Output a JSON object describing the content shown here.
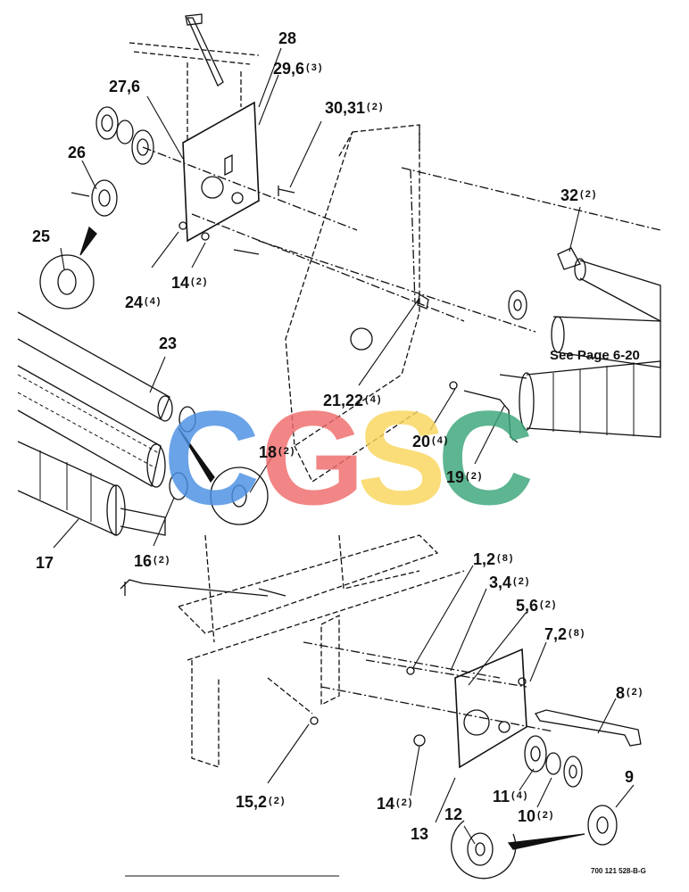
{
  "callouts": [
    {
      "num": "28",
      "qty": ""
    },
    {
      "num": "29,6",
      "qty": "(3)"
    },
    {
      "num": "27,6",
      "qty": ""
    },
    {
      "num": "30,31",
      "qty": "(2)"
    },
    {
      "num": "26",
      "qty": ""
    },
    {
      "num": "32",
      "qty": "(2)"
    },
    {
      "num": "25",
      "qty": ""
    },
    {
      "num": "14",
      "qty": "(2)"
    },
    {
      "num": "24",
      "qty": "(4)"
    },
    {
      "num": "23",
      "qty": ""
    },
    {
      "num": "21,22",
      "qty": "(4)"
    },
    {
      "num": "20",
      "qty": "(4)"
    },
    {
      "num": "18",
      "qty": "(2)"
    },
    {
      "num": "19",
      "qty": "(2)"
    },
    {
      "num": "17",
      "qty": ""
    },
    {
      "num": "16",
      "qty": "(2)"
    },
    {
      "num": "1,2",
      "qty": "(8)"
    },
    {
      "num": "3,4",
      "qty": "(2)"
    },
    {
      "num": "5,6",
      "qty": "(2)"
    },
    {
      "num": "7,2",
      "qty": "(8)"
    },
    {
      "num": "8",
      "qty": "(2)"
    },
    {
      "num": "9",
      "qty": ""
    },
    {
      "num": "11",
      "qty": "(4)"
    },
    {
      "num": "10",
      "qty": "(2)"
    },
    {
      "num": "15,2",
      "qty": "(2)"
    },
    {
      "num": "14",
      "qty": "(2)"
    },
    {
      "num": "12",
      "qty": ""
    },
    {
      "num": "13",
      "qty": ""
    }
  ],
  "see_page_note": "See Page 6-20",
  "drawing_code": "700 121 528-B-G",
  "watermark": {
    "letters": [
      "C",
      "G",
      "S",
      "C"
    ],
    "colors": [
      "#4a90e2",
      "#f06b6b",
      "#f9d65c",
      "#3aa57a"
    ]
  }
}
